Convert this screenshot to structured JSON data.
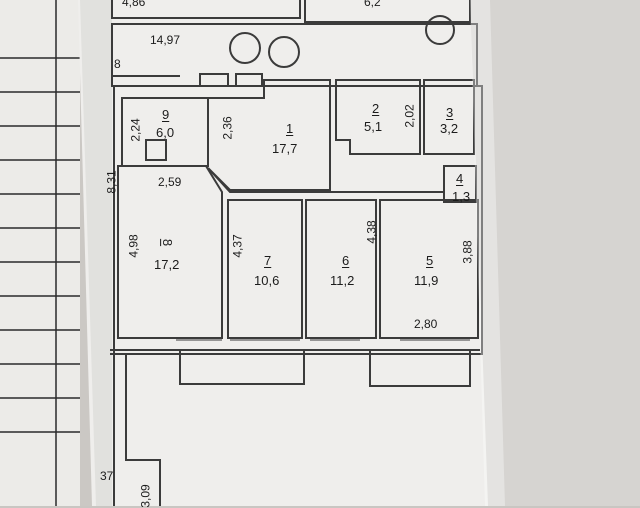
{
  "photo": {
    "background": "#c9c6c2",
    "paper": "#f1f1ef",
    "line": "#3a3a3a"
  },
  "top_labels": {
    "partial_left": "4,86",
    "partial_right": "6,2",
    "corridor_width": "14,97",
    "left_edge": "8",
    "side_dim": "8,31"
  },
  "rooms": [
    {
      "num": "1",
      "area": "17,7"
    },
    {
      "num": "2",
      "area": "5,1"
    },
    {
      "num": "3",
      "area": "3,2"
    },
    {
      "num": "4",
      "area": "1,3"
    },
    {
      "num": "5",
      "area": "11,9"
    },
    {
      "num": "6",
      "area": "11,2"
    },
    {
      "num": "7",
      "area": "10,6"
    },
    {
      "num": "8",
      "area": "17,2"
    },
    {
      "num": "9",
      "area": "6,0"
    }
  ],
  "dimensions": {
    "d_224": "2,24",
    "d_236": "2,36",
    "d_202": "2,02",
    "d_259": "2,59",
    "d_498": "4,98",
    "d_437": "4,37",
    "d_438": "4,38",
    "d_388": "3,88",
    "d_280": "2,80",
    "bottom_left_a": "37",
    "bottom_left_b": "3,09"
  }
}
